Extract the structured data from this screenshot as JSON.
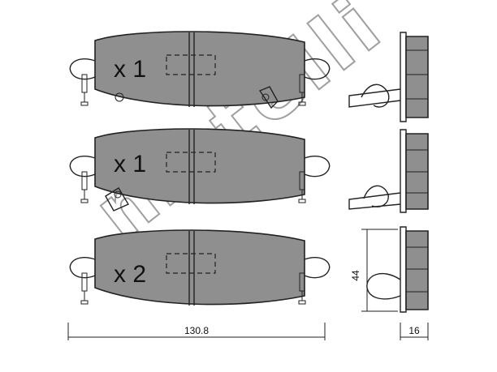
{
  "watermark": "metelli",
  "pads": [
    {
      "quantity_label": "x 1"
    },
    {
      "quantity_label": "x 1"
    },
    {
      "quantity_label": "x 2"
    }
  ],
  "dimensions": {
    "width": "130.8",
    "height": "44",
    "thickness": "16"
  }
}
